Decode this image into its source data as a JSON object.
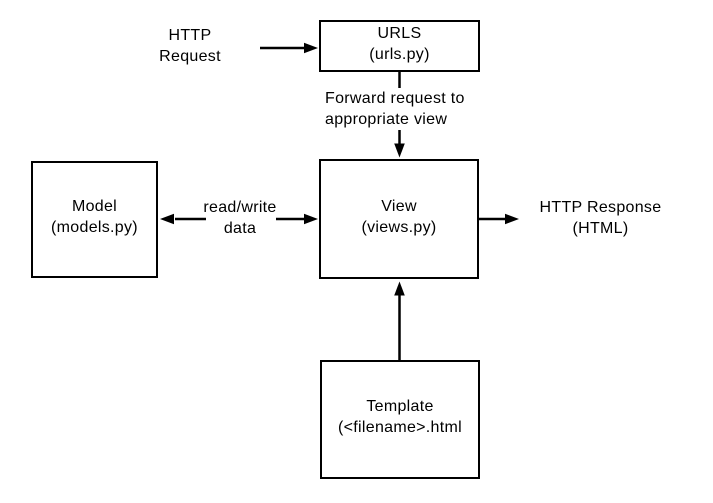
{
  "diagram": {
    "colors": {
      "background": "#ffffff",
      "line": "#000000",
      "text": "#000000",
      "box_fill": "#ffffff"
    },
    "boxes": {
      "urls": {
        "title": "URLS",
        "subtitle": "(urls.py)"
      },
      "model": {
        "title": "Model",
        "subtitle": "(models.py)"
      },
      "view": {
        "title": "View",
        "subtitle": "(views.py)"
      },
      "template": {
        "title": "Template",
        "subtitle": "(<filename>.html"
      }
    },
    "labels": {
      "http_request": {
        "line1": "HTTP",
        "line2": "Request"
      },
      "forward": {
        "line1": "Forward request to",
        "line2": "appropriate view"
      },
      "read_write": {
        "line1": "read/write",
        "line2": "data"
      },
      "http_response": {
        "line1": "HTTP Response",
        "line2": "(HTML)"
      }
    }
  }
}
